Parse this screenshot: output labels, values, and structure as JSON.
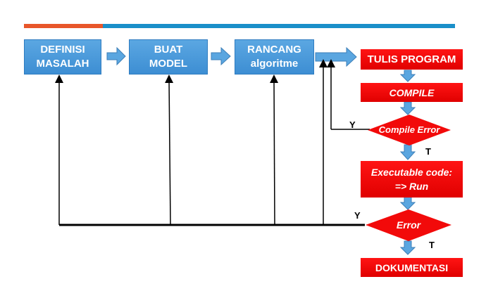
{
  "boxes": {
    "definisi": [
      "DEFINISI",
      "MASALAH"
    ],
    "buat": [
      "BUAT",
      "MODEL"
    ],
    "rancang": [
      "RANCANG",
      "algoritme"
    ],
    "tulis": "TULIS PROGRAM",
    "compile": "COMPILE",
    "compile_error": "Compile Error",
    "executable": [
      "Executable code:",
      "=> Run"
    ],
    "error": "Error",
    "dokumentasi": "DOKUMENTASI"
  },
  "labels": {
    "y1": "Y",
    "t1": "T",
    "y2": "Y",
    "t2": "T"
  },
  "colors": {
    "blue_box": "#4a9ad9",
    "red_box": "#f20a0a",
    "arrow_fill": "#5aa6e0",
    "line": "#000000"
  }
}
